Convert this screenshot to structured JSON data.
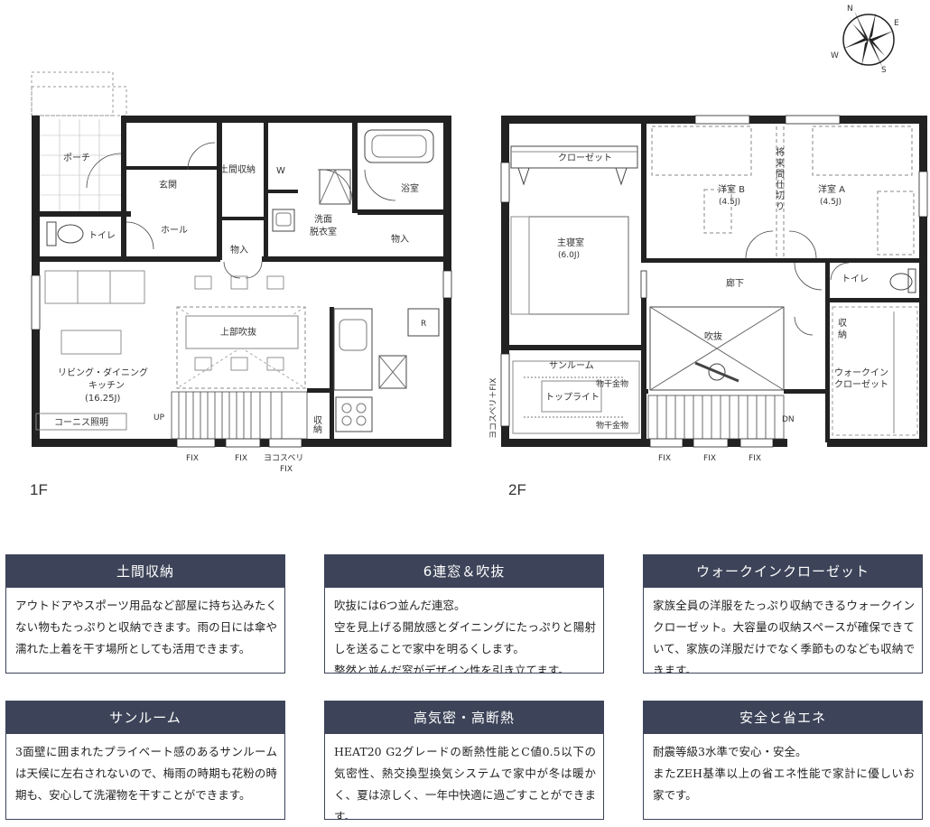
{
  "compass": {
    "n": "N",
    "e": "E",
    "w": "W",
    "s": "S"
  },
  "floor1": {
    "label": "1F",
    "rooms": {
      "porch": "ポーチ",
      "entrance": "玄関",
      "earth_storage": "土間収納",
      "w": "W",
      "washroom_1": "洗面",
      "washroom_2": "脱衣室",
      "bath": "浴室",
      "toilet": "トイレ",
      "hall": "ホール",
      "storage_a": "物入",
      "storage_b": "物入",
      "atrium_above": "上部吹抜",
      "r_mark": "R",
      "ldk_1": "リビング・ダイニング",
      "ldk_2": "キッチン",
      "ldk_3": "(16.25J)",
      "cornice": "コーニス照明",
      "up": "UP",
      "storage_c": "収納"
    },
    "windows": [
      "FIX",
      "FIX",
      "ヨコスベリ",
      "FIX"
    ]
  },
  "floor2": {
    "label": "2F",
    "rooms": {
      "closet": "クローゼット",
      "room_b_1": "洋室 B",
      "room_b_2": "(4.5J)",
      "future_partition": [
        "将",
        "来",
        "間",
        "仕",
        "切",
        "り"
      ],
      "room_a_1": "洋室 A",
      "room_a_2": "(4.5J)",
      "master_1": "主寝室",
      "master_2": "(6.0J)",
      "corridor": "廊下",
      "toilet": "トイレ",
      "storage_1": "収",
      "storage_2": "納",
      "atrium": "吹抜",
      "wic_1": "ウォークイン",
      "wic_2": "クローゼット",
      "sunroom": "サンルーム",
      "skylight": "トップライト",
      "drying_1": "物干金物",
      "drying_2": "物干金物",
      "dn": "DN",
      "side_window": "ヨコスベリ＋FIX"
    },
    "windows": [
      "FIX",
      "FIX",
      "FIX"
    ]
  },
  "cards": [
    {
      "title": "土間収納",
      "body": "アウトドアやスポーツ用品など部屋に持ち込みたくない物もたっぷりと収納できます。雨の日には傘や濡れた上着を干す場所としても活用できます。"
    },
    {
      "title": "6連窓＆吹抜",
      "body": "吹抜には6つ並んだ連窓。\n空を見上げる開放感とダイニングにたっぷりと陽射しを送ることで家中を明るくします。\n整然と並んだ窓がデザイン性を引き立てます。"
    },
    {
      "title": "ウォークインクローゼット",
      "body": "家族全員の洋服をたっぷり収納できるウォークインクローゼット。大容量の収納スペースが確保できていて、家族の洋服だけでなく季節ものなども収納できます。"
    },
    {
      "title": "サンルーム",
      "body": "3面壁に囲まれたプライベート感のあるサンルームは天候に左右されないので、梅雨の時期も花粉の時期も、安心して洗濯物を干すことができます。"
    },
    {
      "title": "高気密・高断熱",
      "body": "HEAT20 G2グレードの断熱性能とC値0.5以下の気密性、熱交換型換気システムで家中が冬は暖かく、夏は涼しく、一年中快適に過ごすことができます。"
    },
    {
      "title": "安全と省エネ",
      "body": "耐震等級3水準で安心・安全。\nまたZEH基準以上の省エネ性能で家計に優しいお家です。"
    }
  ]
}
